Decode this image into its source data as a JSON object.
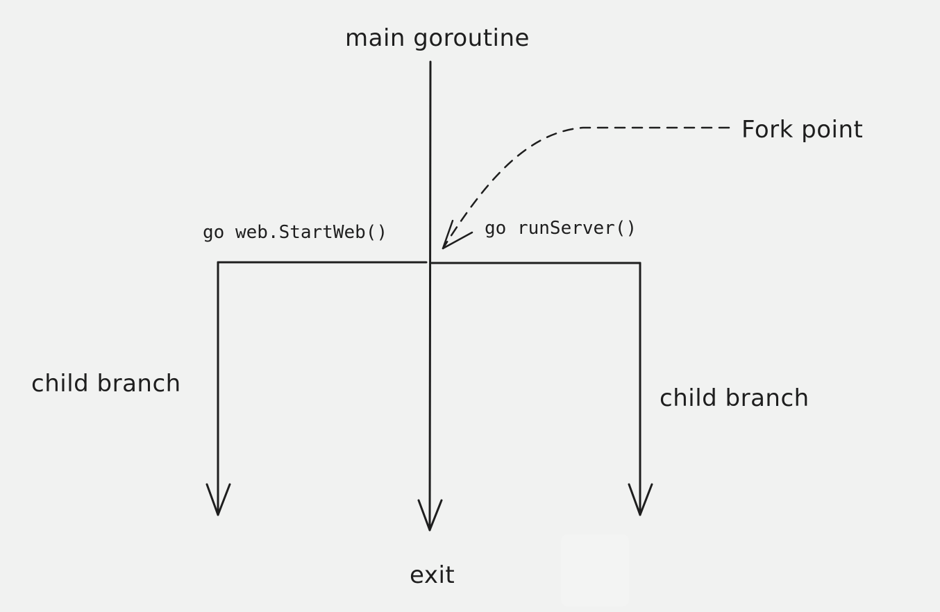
{
  "diagram": {
    "title": "main goroutine",
    "fork_label": "Fork point",
    "left_call": "go web.StartWeb()",
    "right_call": "go runServer()",
    "left_branch_label": "child branch",
    "right_branch_label": "child branch",
    "exit_label": "exit"
  },
  "colors": {
    "background": "#f1f2f1",
    "stroke": "#1e1e1e"
  }
}
